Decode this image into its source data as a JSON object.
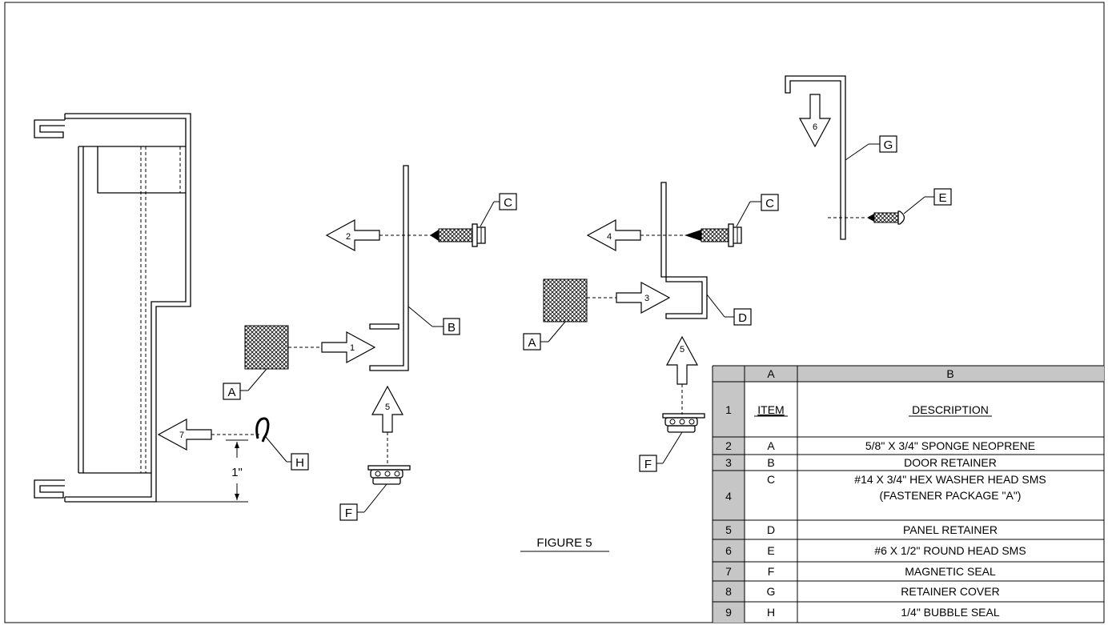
{
  "figure_title": "FIGURE 5",
  "dimension": "1\"",
  "arrows": {
    "a1": "1",
    "a2": "2",
    "a3": "3",
    "a4": "4",
    "a5_left": "5",
    "a5_right": "5",
    "a6": "6",
    "a7": "7"
  },
  "callouts": {
    "a_left": "A",
    "a_right": "A",
    "b": "B",
    "c_left": "C",
    "c_right": "C",
    "d": "D",
    "e": "E",
    "f_left": "F",
    "f_right": "F",
    "g": "G",
    "h": "H"
  },
  "table": {
    "col_a": "A",
    "col_b": "B",
    "header": {
      "num": "1",
      "item": "ITEM",
      "description": "DESCRIPTION"
    },
    "rows": [
      {
        "num": "2",
        "item": "A",
        "desc": "5/8\" X 3/4\" SPONGE NEOPRENE"
      },
      {
        "num": "3",
        "item": "B",
        "desc": "DOOR RETAINER"
      },
      {
        "num": "4",
        "item": "C",
        "desc": "#14 X 3/4\" HEX WASHER HEAD SMS",
        "desc2": "(FASTENER PACKAGE \"A\")"
      },
      {
        "num": "5",
        "item": "D",
        "desc": "PANEL RETAINER"
      },
      {
        "num": "6",
        "item": "E",
        "desc": "#6 X 1/2\" ROUND HEAD SMS"
      },
      {
        "num": "7",
        "item": "F",
        "desc": "MAGNETIC SEAL"
      },
      {
        "num": "8",
        "item": "G",
        "desc": "RETAINER COVER"
      },
      {
        "num": "9",
        "item": "H",
        "desc": "1/4\" BUBBLE SEAL"
      }
    ]
  }
}
